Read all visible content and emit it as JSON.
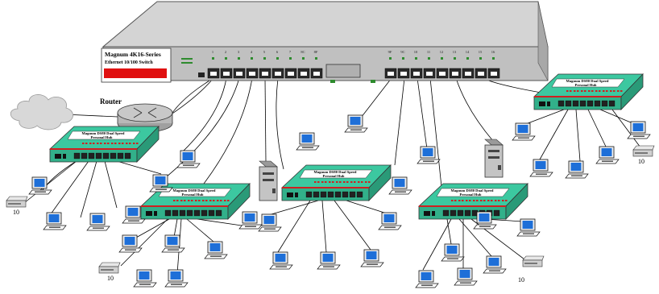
{
  "switch": {
    "title": "Magnum 4K16-Series",
    "subtitle": "Ethernet 10/100 Switch",
    "port_numbers": [
      "1",
      "2",
      "3",
      "4",
      "5",
      "6",
      "7",
      "8C",
      "8F",
      "9F",
      "9C",
      "10",
      "11",
      "12",
      "13",
      "14",
      "15",
      "16"
    ]
  },
  "router": {
    "label": "Router"
  },
  "hubs": [
    {
      "title": "Magnum DS80 Dual Speed",
      "subtitle": "Personal Hub"
    },
    {
      "title": "Magnum DS80 Dual Speed",
      "subtitle": "Personal Hub"
    },
    {
      "title": "Magnum DS80 Dual Speed",
      "subtitle": "Personal Hub"
    },
    {
      "title": "Magnum DS80 Dual Speed",
      "subtitle": "Personal Hub"
    },
    {
      "title": "Magnum DS80 Dual Speed",
      "subtitle": "Personal Hub"
    }
  ],
  "printer_label": "10",
  "colors": {
    "switch_body": "#c0c0c0",
    "switch_top": "#d4d4d4",
    "hub_body": "#3cc8a0",
    "screen": "#1e6fd8",
    "display_red": "#e01010",
    "cloud": "#d8d8d8"
  }
}
